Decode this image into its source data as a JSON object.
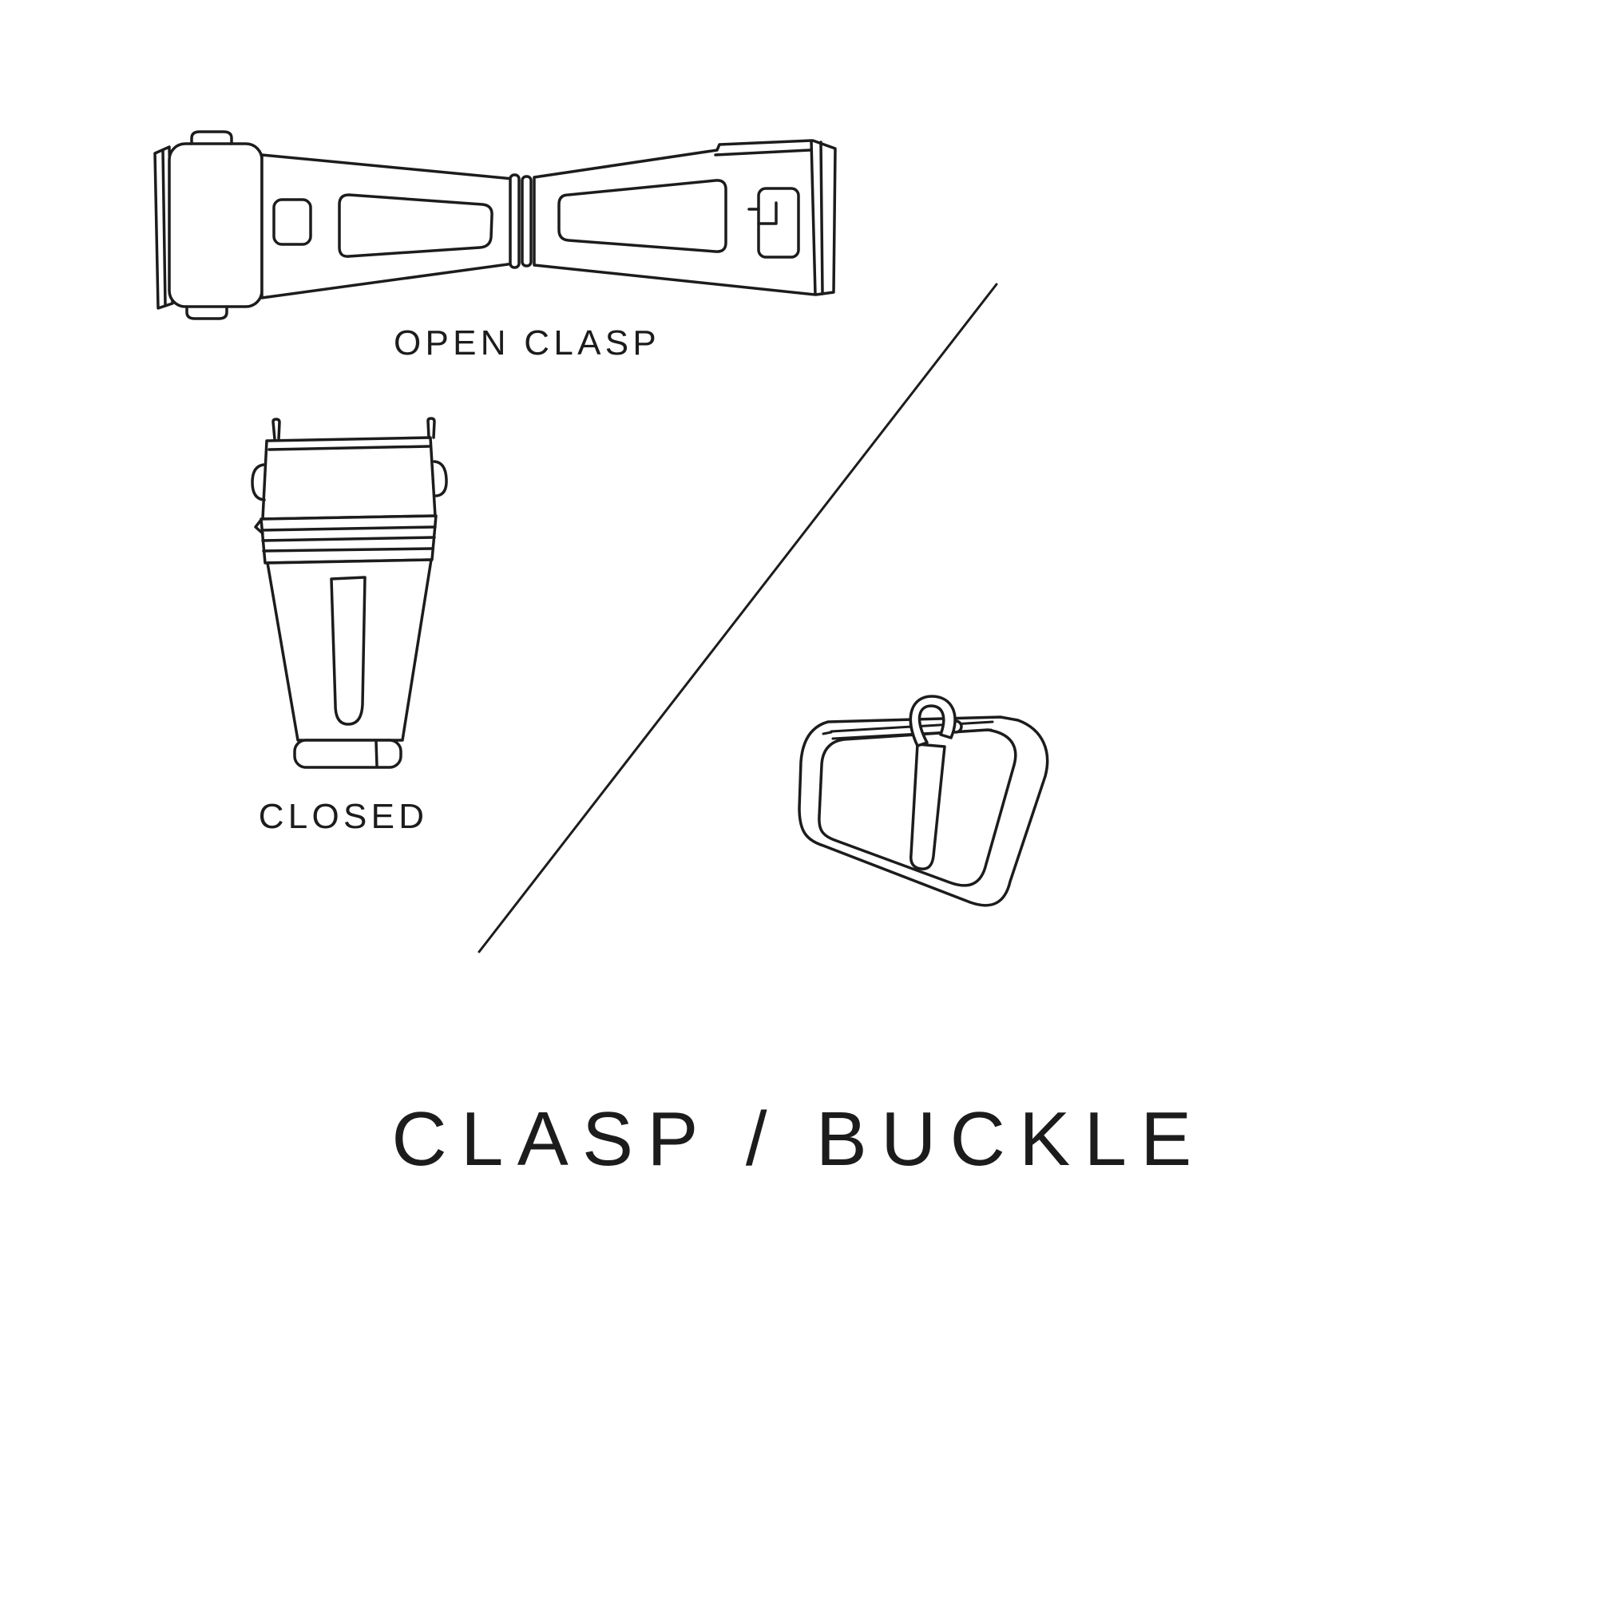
{
  "canvas": {
    "background": "#ffffff",
    "stroke_color": "#1c1c1c",
    "text_color": "#1c1c1c"
  },
  "figures": {
    "open_clasp": {
      "name": "open-clasp-illustration",
      "label": "OPEN CLASP"
    },
    "closed_clasp": {
      "name": "closed-clasp-illustration",
      "label": "CLOSED"
    },
    "buckle": {
      "name": "tang-buckle-illustration"
    }
  },
  "title": "CLASP / BUCKLE"
}
